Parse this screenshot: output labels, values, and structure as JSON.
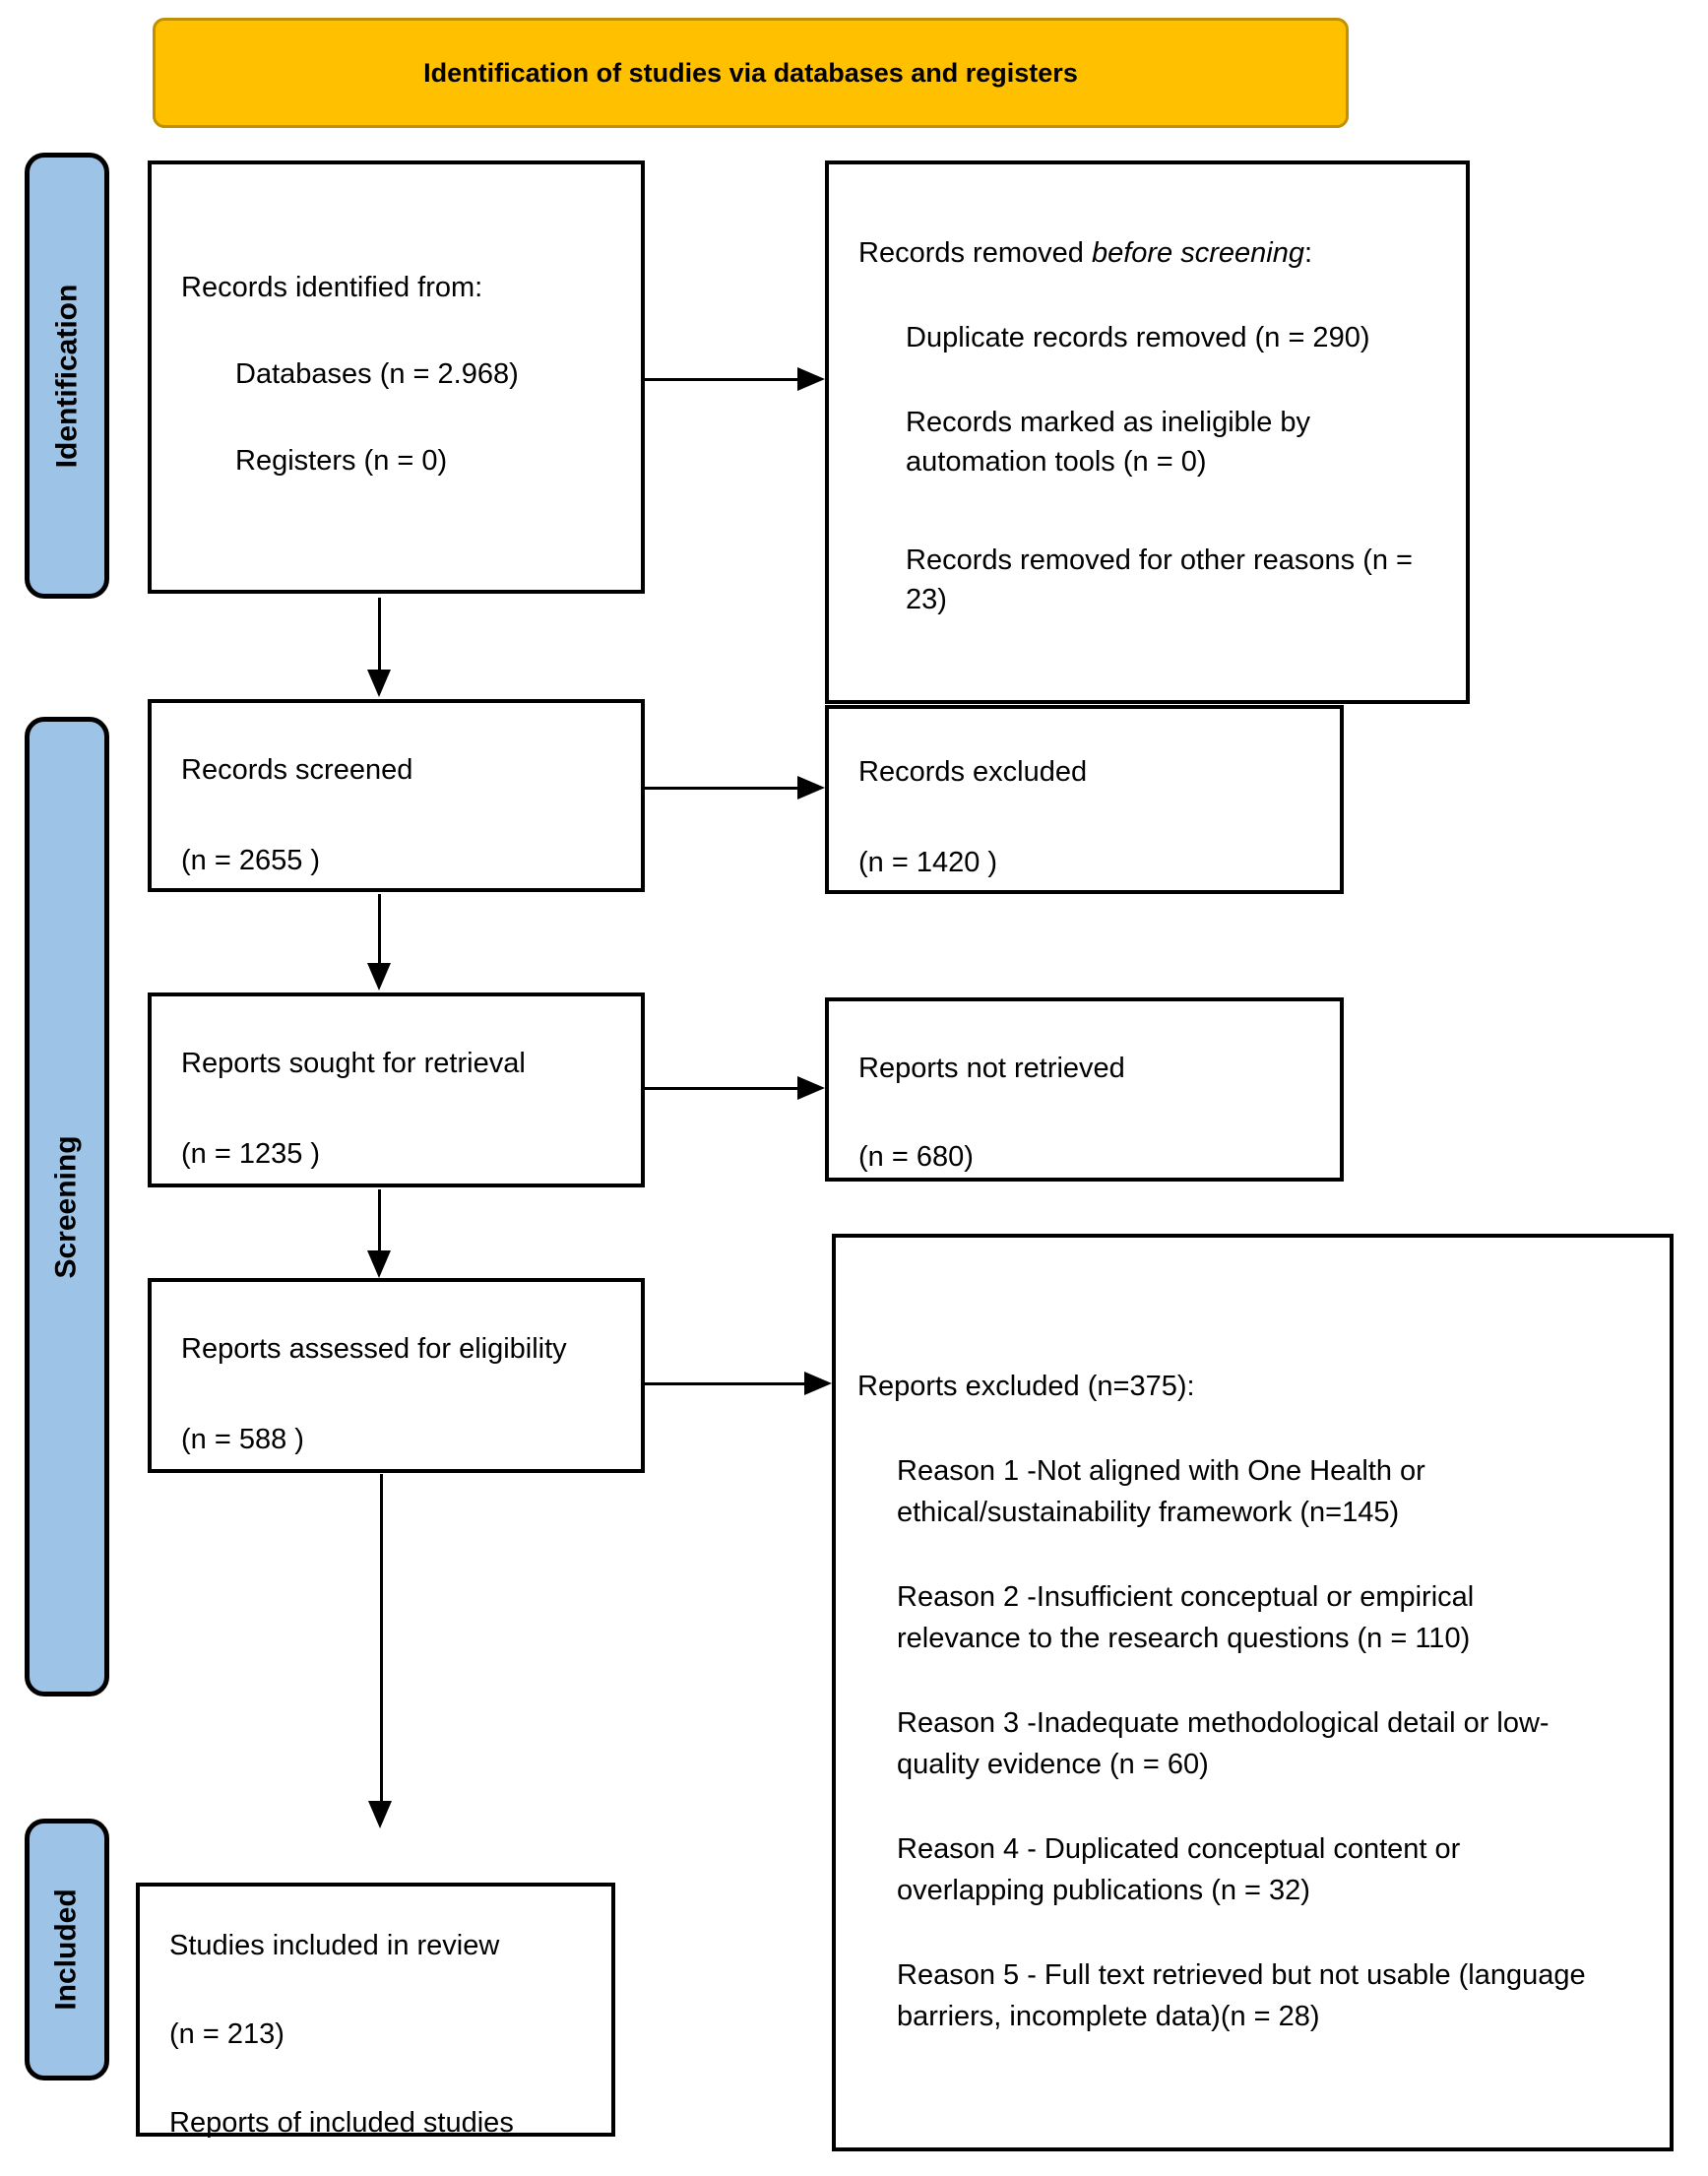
{
  "colors": {
    "header_bg": "#FFC000",
    "header_border": "#BF9000",
    "sidebar_bg": "#9DC3E6",
    "box_border": "#000000"
  },
  "header": {
    "title": "Identification of studies via databases and registers"
  },
  "sidebar": {
    "labels": [
      {
        "id": "identification",
        "text": "Identification"
      },
      {
        "id": "screening",
        "text": "Screening"
      },
      {
        "id": "included",
        "text": "Included"
      }
    ]
  },
  "flow": {
    "identified": {
      "title": "Records identified from:",
      "items": [
        "Databases (n = 2.968)",
        "Registers (n = 0)"
      ]
    },
    "removed": {
      "title_prefix": "Records removed ",
      "title_italic": "before screening",
      "title_suffix": ":",
      "items": [
        "Duplicate records removed (n = 290)",
        "Records marked as ineligible by automation tools (n = 0)",
        "Records removed for other reasons (n = 23)"
      ]
    },
    "screened": {
      "title": "Records screened",
      "count": "(n = 2655 )"
    },
    "excluded": {
      "title": "Records excluded",
      "count": "(n = 1420 )"
    },
    "sought": {
      "title": "Reports sought for retrieval",
      "count": "(n = 1235 )"
    },
    "not_retrieved": {
      "title": "Reports not retrieved",
      "count": "(n = 680)"
    },
    "assessed": {
      "title": "Reports assessed for eligibility",
      "count": "(n = 588 )"
    },
    "reports_excluded": {
      "title": "Reports excluded (n=375):",
      "reasons": [
        "Reason 1 -Not aligned with One Health or ethical/sustainability framework (n=145)",
        "Reason 2 -Insufficient conceptual or empirical relevance to the research questions (n = 110)",
        "Reason 3 -Inadequate methodological detail or low-quality evidence (n = 60)",
        "Reason 4 - Duplicated conceptual content or overlapping publications (n = 32)",
        "Reason 5 - Full text retrieved but not usable (language barriers, incomplete data)(n = 28)"
      ]
    },
    "included_box": {
      "title": "Studies included in review",
      "count": "(n = 213)",
      "subtitle": "Reports of included studies"
    }
  }
}
